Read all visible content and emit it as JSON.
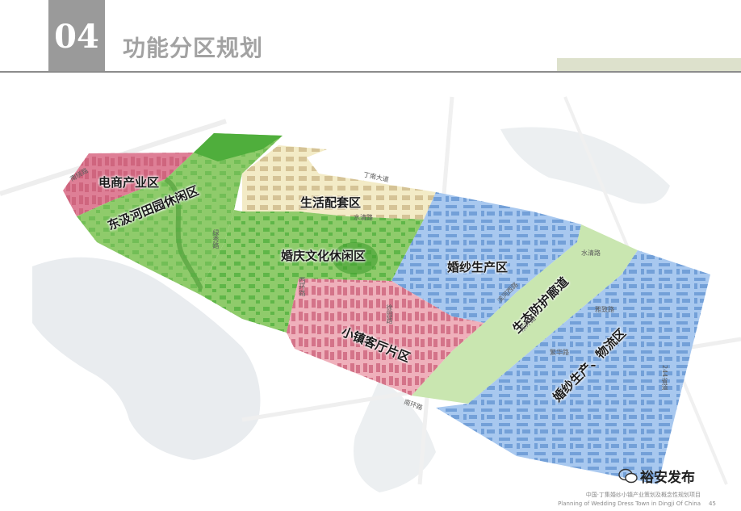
{
  "header": {
    "section_number": "04",
    "title": "功能分区规划"
  },
  "zones": [
    {
      "id": "ecommerce",
      "label": "电商产业区",
      "color": "#de7f96"
    },
    {
      "id": "farmland-leisure",
      "label": "东汲河田园休闲区",
      "color": "#8fcb6b"
    },
    {
      "id": "life-support",
      "label": "生活配套区",
      "color": "#f3ebc6"
    },
    {
      "id": "wedding-culture",
      "label": "婚庆文化休闲区",
      "color": "#8fcb6b"
    },
    {
      "id": "dress-production",
      "label": "婚纱生产区",
      "color": "#a8c8ef"
    },
    {
      "id": "town-hall",
      "label": "小镇客厅片区",
      "color": "#efb0bb"
    },
    {
      "id": "eco-corridor",
      "label": "生态防护廊道",
      "color": "#c9e6b0"
    },
    {
      "id": "dress-logistics",
      "label": "婚纱生产、物流区",
      "color": "#a8c8ef"
    }
  ],
  "roads": {
    "r1": "南绕路",
    "r2": "丁南大道",
    "r3": "水清路",
    "r4": "绿秀路",
    "r5": "西环路",
    "r6": "徐园路",
    "r7": "滨河西路",
    "r8": "东环路",
    "r9": "水清路",
    "r10": "雅致路",
    "r11": "繁华路",
    "r12": "244省道",
    "r13": "南环路"
  },
  "footer": {
    "line1": "中国·丁集婚纱小镇产业策划及概念性规划项目",
    "line2": "Planning of Wedding Dress Town in Dingji Of China",
    "page": "45"
  },
  "watermark": {
    "text": "裕安发布"
  }
}
